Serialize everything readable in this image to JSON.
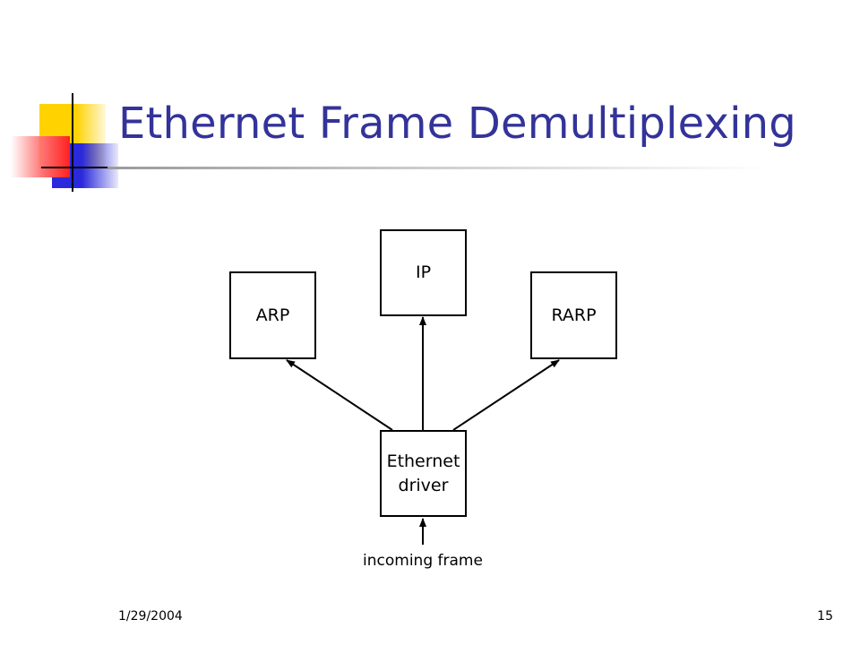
{
  "slide": {
    "title": "Ethernet Frame Demultiplexing",
    "footer_date": "1/29/2004",
    "page_number": "15"
  },
  "diagram": {
    "nodes": {
      "ip": "IP",
      "arp": "ARP",
      "rarp": "RARP",
      "ethernet_driver_line1": "Ethernet",
      "ethernet_driver_line2": "driver"
    },
    "edges": [
      {
        "from": "ethernet_driver",
        "to": "arp"
      },
      {
        "from": "ethernet_driver",
        "to": "ip"
      },
      {
        "from": "ethernet_driver",
        "to": "rarp"
      },
      {
        "from": "incoming_frame",
        "to": "ethernet_driver"
      }
    ],
    "incoming_label": "incoming frame"
  }
}
